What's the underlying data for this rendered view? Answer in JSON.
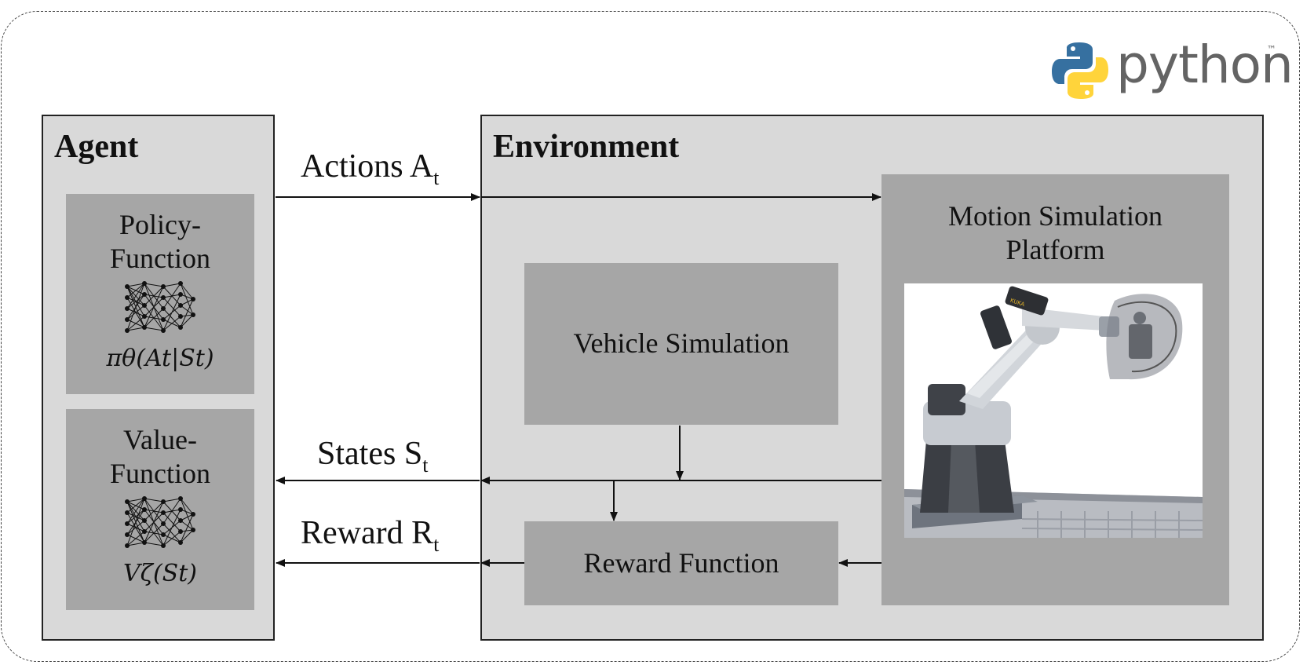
{
  "agent": {
    "title": "Agent",
    "policy": {
      "label_line1": "Policy-",
      "label_line2": "Function",
      "formula": "πθ(At|St)"
    },
    "value": {
      "label_line1": "Value-",
      "label_line2": "Function",
      "formula": "Vζ(St)"
    }
  },
  "environment": {
    "title": "Environment",
    "vehicle_simulation": "Vehicle Simulation",
    "reward_function": "Reward Function",
    "motion_platform": {
      "line1": "Motion Simulation",
      "line2": "Platform"
    }
  },
  "arrows": {
    "actions": {
      "label": "Actions A",
      "subscript": "t"
    },
    "states": {
      "label": "States S",
      "subscript": "t"
    },
    "reward": {
      "label": "Reward R",
      "subscript": "t"
    }
  },
  "logo": {
    "text": "python",
    "tm": "™",
    "colors": {
      "blue": "#3670A0",
      "yellow": "#FFD43B"
    }
  },
  "photo_logo_text": "KUKA",
  "colors": {
    "panel": "#d9d9d9",
    "box": "#a6a6a6",
    "line": "#222222"
  }
}
